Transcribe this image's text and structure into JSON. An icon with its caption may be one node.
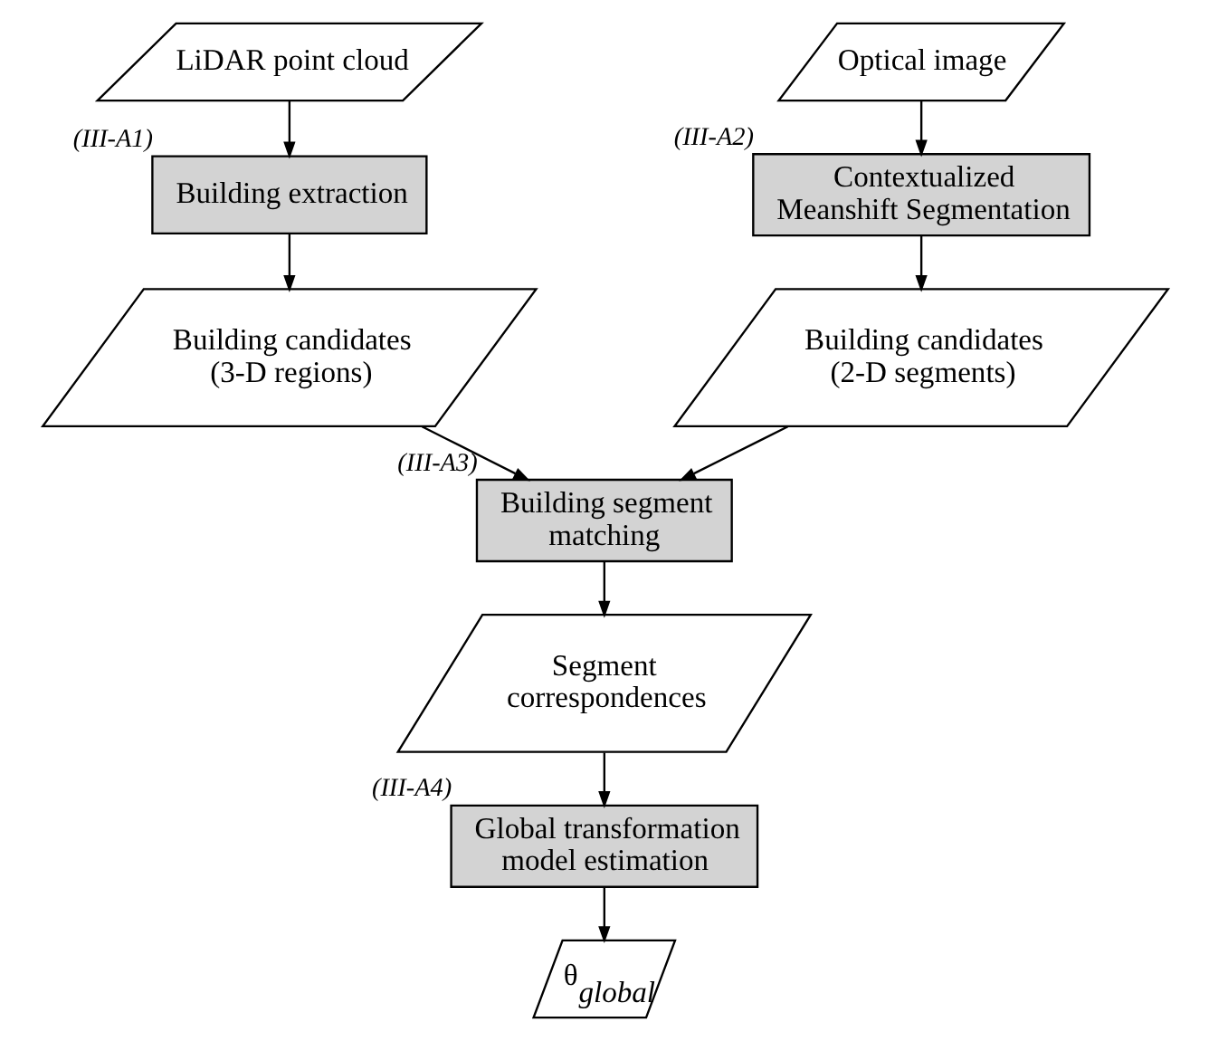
{
  "diagram": {
    "nodes": [
      {
        "text": [
          "LiDAR point cloud"
        ]
      },
      {
        "text": [
          "Optical image"
        ]
      },
      {
        "text": [
          "Building extraction"
        ],
        "beside": [
          "(III-A1)"
        ]
      },
      {
        "text": [
          "Contextualized Meanshift Segmentation"
        ],
        "beside": [
          "(III-A2)"
        ]
      },
      {
        "text": [
          "Building candidates (3-D regions)"
        ]
      },
      {
        "text": [
          "Building candidates (2-D segments)"
        ]
      },
      {
        "text": [
          "Building segment matching"
        ],
        "beside": [
          "(III-A3)"
        ]
      },
      {
        "text": [
          "Segment correspondences"
        ]
      },
      {
        "text": [
          "Global transformation model estimation"
        ],
        "beside": [
          "(III-A4)"
        ]
      },
      {
        "text": [
          "θ$_{global}$"
        ]
      }
    ],
    "edges": [
      {
        "from": 0,
        "to": 2,
        "arrow": "to"
      },
      {
        "from": 2,
        "to": 4,
        "arrow": "to"
      },
      {
        "from": 1,
        "to": 3,
        "arrow": "to"
      },
      {
        "from": 3,
        "to": 5,
        "arrow": "to"
      },
      {
        "from": 4,
        "to": 6,
        "arrow": "to"
      },
      {
        "from": 5,
        "to": 6,
        "arrow": "to"
      },
      {
        "from": 6,
        "to": 7,
        "arrow": "to"
      },
      {
        "from": 7,
        "to": 8,
        "arrow": "to"
      },
      {
        "from": 8,
        "to": 9,
        "arrow": "to"
      }
    ]
  }
}
